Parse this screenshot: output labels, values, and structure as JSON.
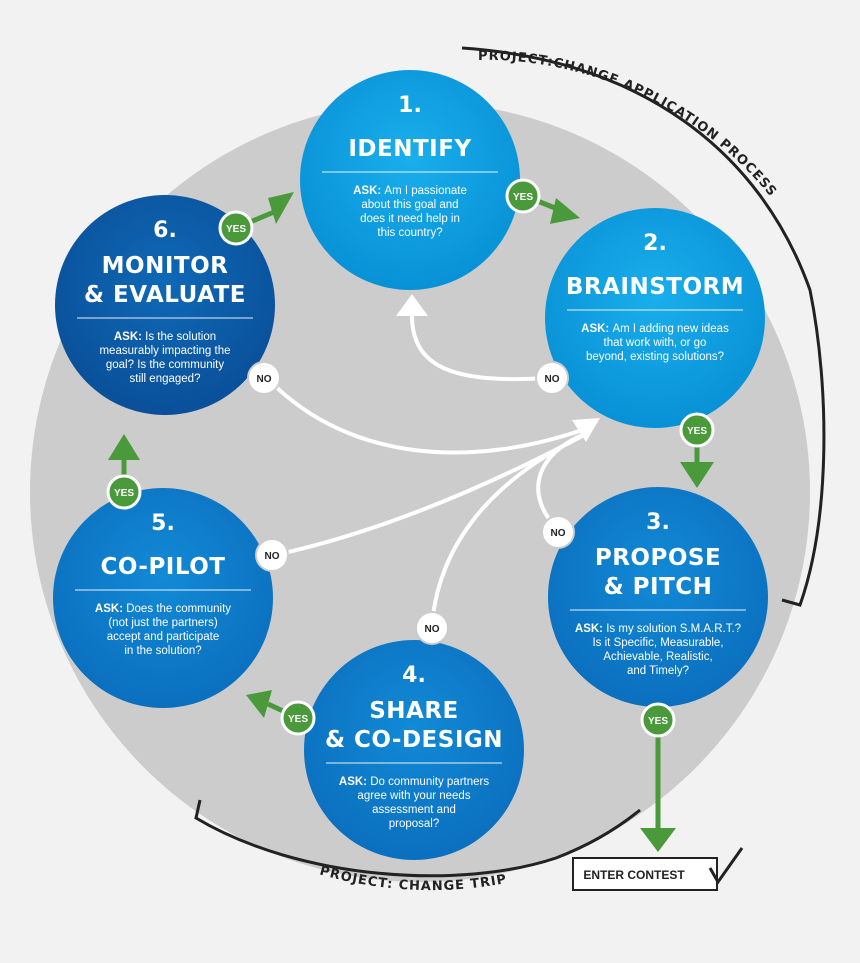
{
  "steps": [
    {
      "number": "1.",
      "title": [
        "IDENTIFY"
      ],
      "ask_label": "ASK:",
      "ask_lines": [
        "Am I passionate",
        "about this goal and",
        "does it need help in",
        "this country?"
      ]
    },
    {
      "number": "2.",
      "title": [
        "BRAINSTORM"
      ],
      "ask_label": "ASK:",
      "ask_lines": [
        "Am I adding new ideas",
        "that work with, or go",
        "beyond, existing solutions?"
      ]
    },
    {
      "number": "3.",
      "title": [
        "PROPOSE",
        "& PITCH"
      ],
      "ask_label": "ASK:",
      "ask_lines": [
        "Is my solution S.M.A.R.T.?",
        "Is it Specific, Measurable,",
        "Achievable, Realistic,",
        "and Timely?"
      ]
    },
    {
      "number": "4.",
      "title": [
        "SHARE",
        "& CO-DESIGN"
      ],
      "ask_label": "ASK:",
      "ask_lines": [
        "Do community partners",
        "agree with your needs",
        "assessment and",
        "proposal?"
      ]
    },
    {
      "number": "5.",
      "title": [
        "CO-PILOT"
      ],
      "ask_label": "ASK:",
      "ask_lines": [
        "Does the community",
        "(not just the partners)",
        "accept and participate",
        "in the solution?"
      ]
    },
    {
      "number": "6.",
      "title": [
        "MONITOR",
        "& EVALUATE"
      ],
      "ask_label": "ASK:",
      "ask_lines": [
        "Is the solution",
        "measurably impacting the",
        "goal? Is the community",
        "still engaged?"
      ]
    }
  ],
  "badges": {
    "yes": "YES",
    "no": "NO"
  },
  "labels": {
    "application_process": "PROJECT:CHANGE APPLICATION PROCESS",
    "change_trip": "PROJECT: CHANGE TRIP",
    "enter_contest": "ENTER CONTEST"
  },
  "colors": {
    "background": "#f2f2f2",
    "ring": "#cccccc",
    "step_light": "#0a9ee0",
    "step_dark": "#0a5aa8",
    "yes_green": "#4a9a3c",
    "no_badge": "#ffffff",
    "arrow_white": "#ffffff",
    "bracket": "#222222"
  }
}
